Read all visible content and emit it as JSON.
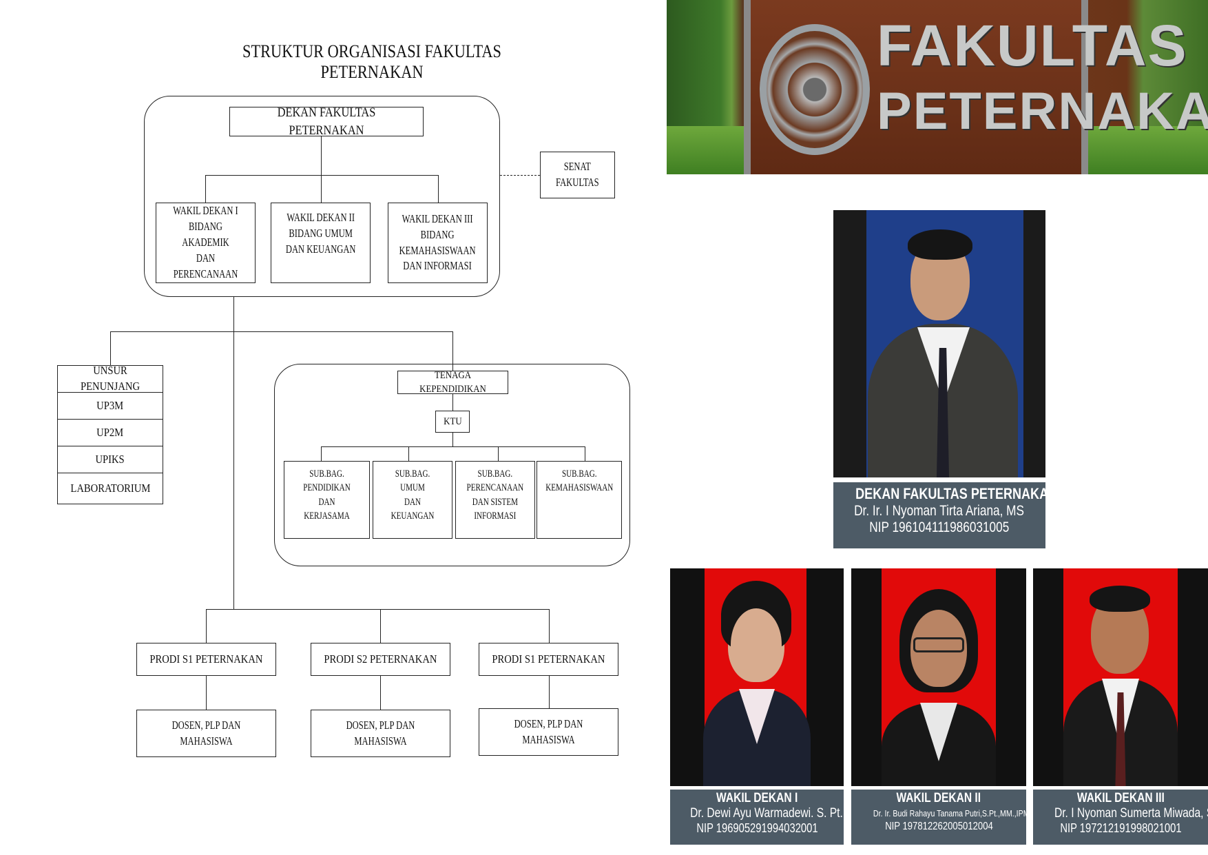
{
  "title": "STRUKTUR ORGANISASI FAKULTAS PETERNAKAN",
  "chart": {
    "dean": "DEKAN FAKULTAS PETERNAKAN",
    "senate": [
      "SENAT",
      "FAKULTAS"
    ],
    "vice_deans": [
      [
        "WAKIL DEKAN I",
        "BIDANG AKADEMIK",
        "DAN",
        "PERENCANAAN"
      ],
      [
        "WAKIL DEKAN II",
        "BIDANG UMUM",
        "DAN KEUANGAN"
      ],
      [
        "WAKIL DEKAN III",
        "BIDANG",
        "KEMAHASISWAAN",
        "DAN INFORMASI"
      ]
    ],
    "support_units": [
      "UNSUR PENUNJANG",
      "UP3M",
      "UP2M",
      "UPIKS",
      "LABORATORIUM"
    ],
    "staff": "TENAGA KEPENDIDIKAN",
    "ktu": "KTU",
    "subdivisions": [
      [
        "SUB.BAG.",
        "PENDIDIKAN DAN",
        "KERJASAMA"
      ],
      [
        "SUB.BAG. UMUM",
        "DAN KEUANGAN"
      ],
      [
        "SUB.BAG.",
        "PERENCANAAN",
        "DAN SISTEM",
        "INFORMASI"
      ],
      [
        "SUB.BAG.",
        "KEMAHASISWAAN"
      ]
    ],
    "programs": [
      "PRODI S1 PETERNAKAN",
      "PRODI S2 PETERNAKAN",
      "PRODI S1 PETERNAKAN"
    ],
    "members": [
      [
        "DOSEN, PLP DAN",
        "MAHASISWA"
      ],
      [
        "DOSEN, PLP DAN",
        "MAHASISWA"
      ],
      [
        "DOSEN, PLP DAN",
        "MAHASISWA"
      ]
    ]
  },
  "banner": {
    "line1": "FAKULTAS",
    "line2": "PETERNAKAN"
  },
  "dean_card": {
    "role": "DEKAN FAKULTAS PETERNAKAN",
    "name": "Dr. Ir. I Nyoman Tirta Ariana, MS",
    "nip": "NIP 196104111986031005"
  },
  "vice_cards": [
    {
      "role": "WAKIL DEKAN I",
      "name": "Dr. Dewi Ayu Warmadewi. S. Pt., M. Si",
      "nip": "NIP 196905291994032001"
    },
    {
      "role": "WAKIL DEKAN II",
      "name": "Dr. Ir. Budi Rahayu Tanama Putri,S.Pt.,MM.,IPM.,ASEAN.Eng",
      "nip": "NIP 197812262005012004"
    },
    {
      "role": "WAKIL DEKAN III",
      "name": "Dr. I Nyoman Sumerta Miwada, SPt., MP",
      "nip": "NIP 197212191998021001"
    }
  ],
  "colors": {
    "caption_bg": "#4d5b66",
    "dean_photo_bg": "#1f3f8a",
    "vice_photo_bg": "#e10a0a"
  }
}
